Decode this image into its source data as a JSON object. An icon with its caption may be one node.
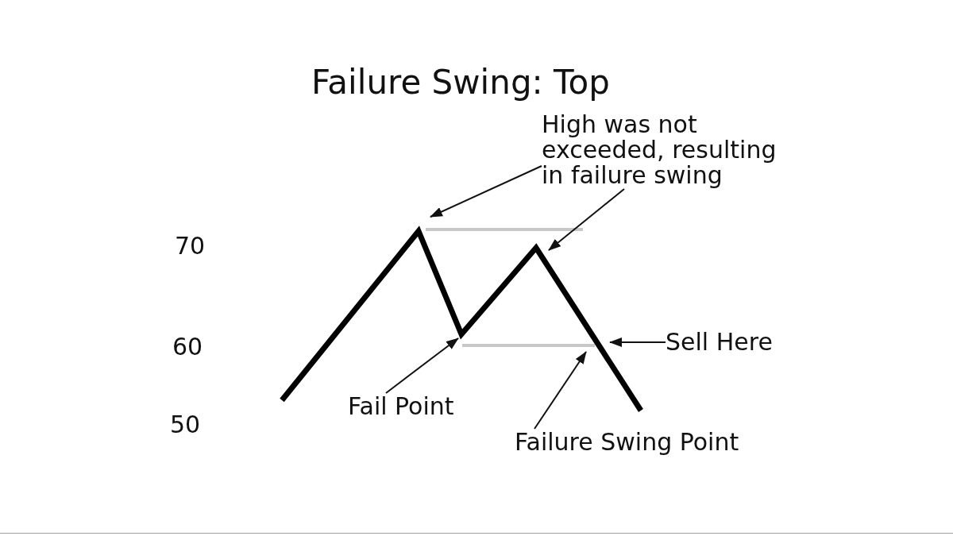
{
  "diagram": {
    "title": "Failure Swing: Top",
    "nodes": [
      {
        "text": [
          "High was not exceeded, resulting in failure swing"
        ]
      },
      {
        "text": [
          "Sell Here"
        ]
      },
      {
        "text": [
          "Fail Point"
        ]
      },
      {
        "text": [
          "Failure Swing Point"
        ]
      }
    ],
    "edges": [
      {
        "from": 0,
        "to": null,
        "arrow": "to"
      },
      {
        "from": 0,
        "to": null,
        "arrow": "to"
      },
      {
        "from": 1,
        "to": null,
        "arrow": "to"
      },
      {
        "from": 2,
        "to": null,
        "arrow": "to"
      },
      {
        "from": 3,
        "to": null,
        "arrow": "to"
      }
    ],
    "labels": [
      "70",
      "60",
      "50"
    ]
  }
}
